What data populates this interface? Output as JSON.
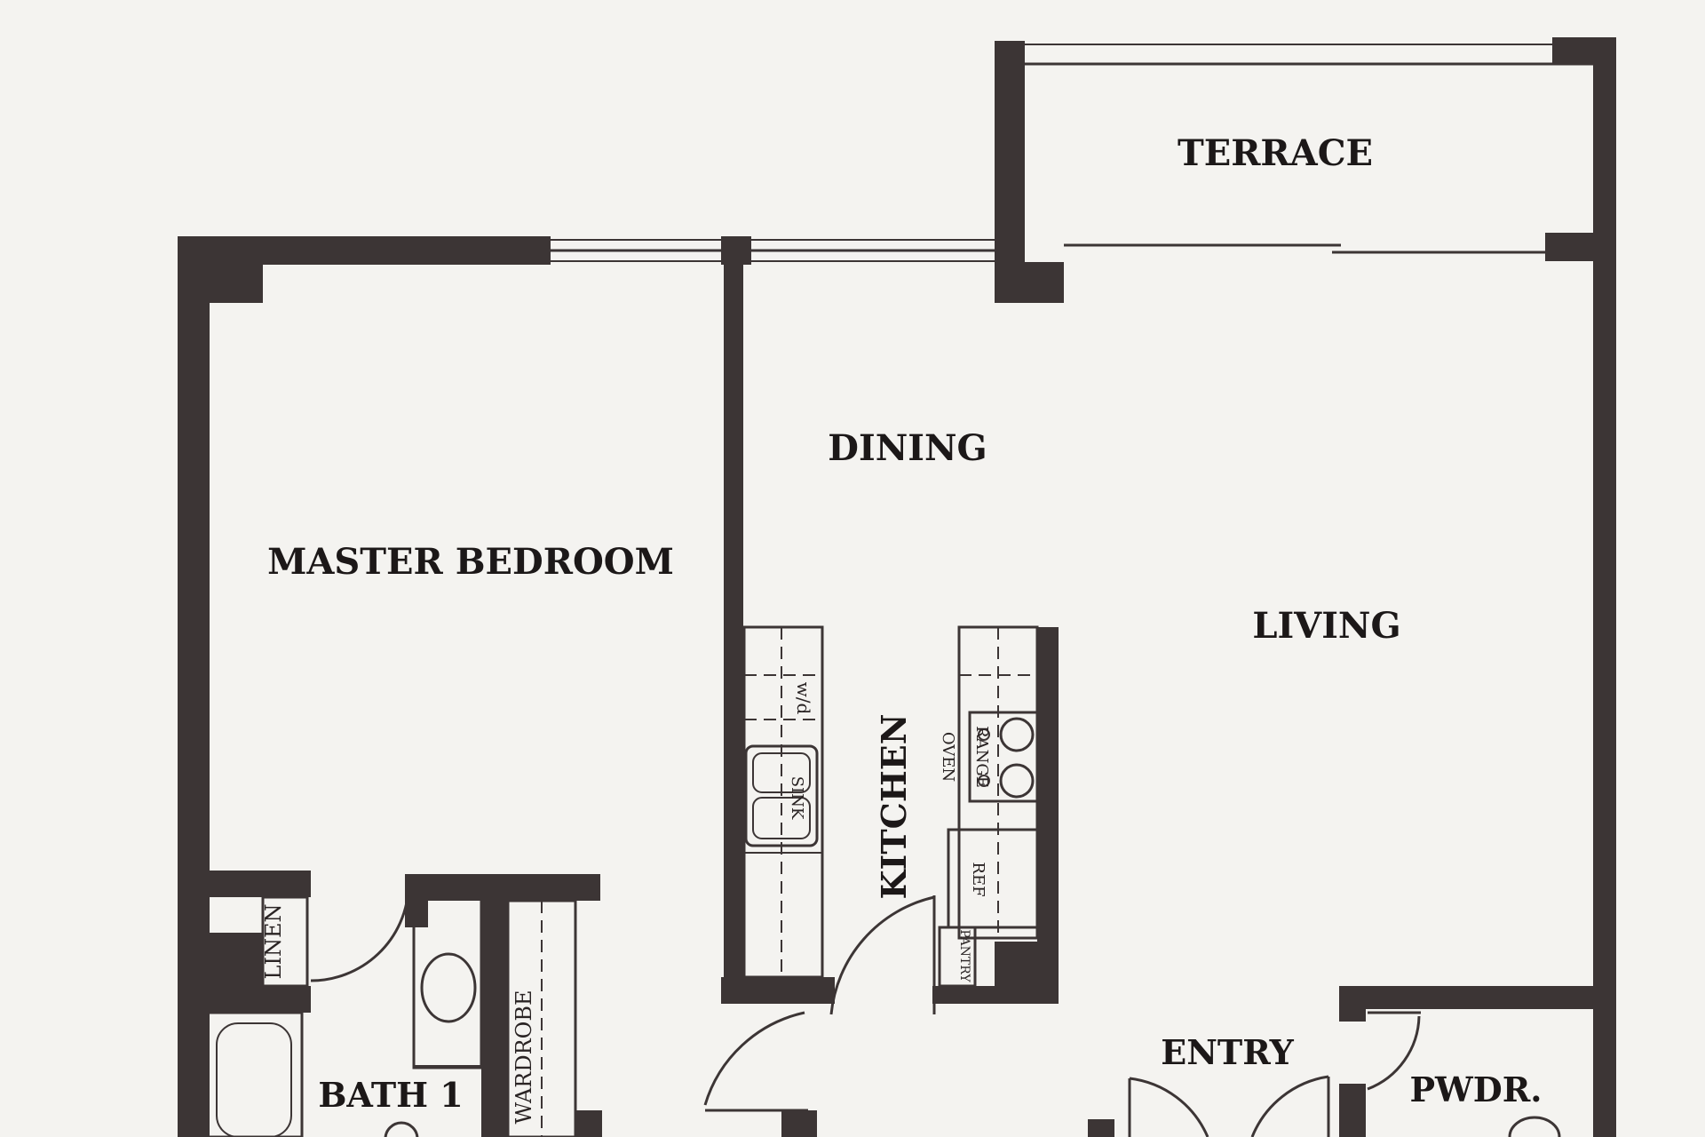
{
  "rooms": {
    "terrace": "TERRACE",
    "dining": "DINING",
    "master_bedroom": "MASTER BEDROOM",
    "living": "LIVING",
    "kitchen": "KITCHEN",
    "entry": "ENTRY",
    "powder": "PWDR.",
    "bath": "BATH 1",
    "linen": "LINEN",
    "wardrobe": "WARDROBE"
  },
  "fixtures": {
    "wd": "w/d",
    "sink": "SINK",
    "oven": "OVEN",
    "range": "RANGE",
    "ref": "REF",
    "pantry": "PANTRY"
  },
  "colors": {
    "wall": "#3c3535",
    "paper": "#f4f3f0"
  }
}
